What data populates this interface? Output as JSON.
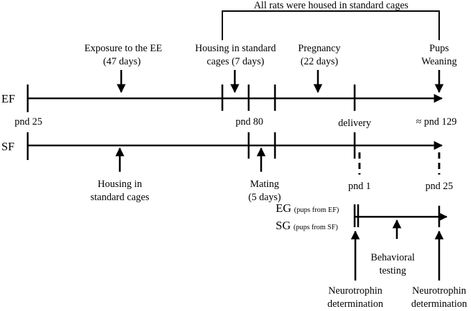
{
  "header": {
    "bracket_label": "All rats were housed in standard cages"
  },
  "groups": {
    "ef": "EF",
    "sf": "SF",
    "eg": "EG",
    "sg": "SG",
    "eg_note": "(pups from EF)",
    "sg_note": "(pups from SF)"
  },
  "ef_labels": {
    "exposure_l1": "Exposure to the EE",
    "exposure_l2": "(47 days)",
    "housing_l1": "Housing in standard",
    "housing_l2": "cages  (7 days)",
    "pregnancy_l1": "Pregnancy",
    "pregnancy_l2": "(22 days)",
    "pups_l1": "Pups",
    "pups_l2": "Weaning"
  },
  "timepoints": {
    "pnd25": "pnd 25",
    "pnd80": "pnd 80",
    "delivery": "delivery",
    "pnd129": "≈ pnd 129"
  },
  "sf_labels": {
    "housing_l1": "Housing in",
    "housing_l2": "standard cages",
    "mating_l1": "Mating",
    "mating_l2": "(5 days)"
  },
  "offspring": {
    "pnd1": "pnd 1",
    "pnd25": "pnd 25",
    "behavioral_l1": "Behavioral",
    "behavioral_l2": "testing",
    "neuro_left_l1": "Neurotrophin",
    "neuro_left_l2": "determination",
    "neuro_right_l1": "Neurotrophin",
    "neuro_right_l2": "determination"
  }
}
